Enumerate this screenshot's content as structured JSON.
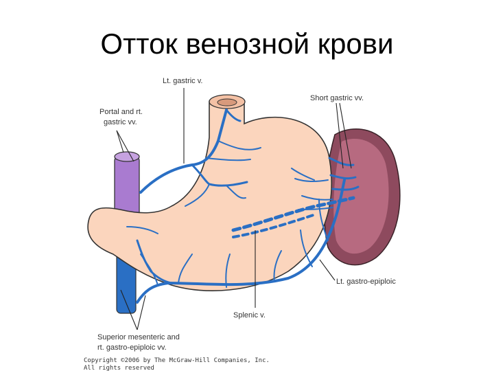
{
  "title": "Отток венозной крови",
  "labels": {
    "lt_gastric": "Lt. gastric v.",
    "short_gastric": "Short gastric vv.",
    "portal_line1": "Portal and rt.",
    "portal_line2": "gastric vv.",
    "lt_gastro_epiploic": "Lt. gastro-epiploic",
    "splenic": "Splenic v.",
    "sup_mes_line1": "Superior mesenteric and",
    "sup_mes_line2": "rt. gastro-epiploic vv."
  },
  "copyright": {
    "line1": "Copyright ©2006 by The McGraw-Hill Companies, Inc.",
    "line2": "All rights reserved"
  },
  "colors": {
    "stomach": "#fbd5bd",
    "vein": "#2a6fc4",
    "portal_vein": "#a97bd0",
    "spleen": "#8e4a5e",
    "spleen_inner": "#b76a80"
  }
}
